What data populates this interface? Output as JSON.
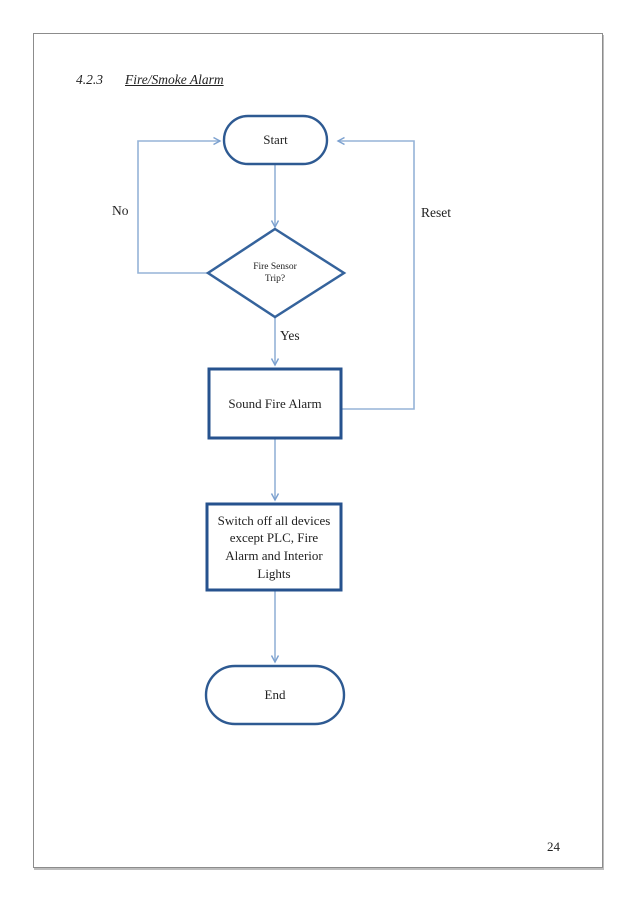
{
  "page": {
    "heading": {
      "number": "4.2.3",
      "title": "Fire/Smoke Alarm"
    },
    "page_number": "24"
  },
  "flowchart": {
    "nodes": {
      "start": {
        "type": "terminator",
        "label": "Start"
      },
      "decision": {
        "type": "decision",
        "label": "Fire Sensor Trip?",
        "lines": [
          "Fire Sensor",
          "Trip?"
        ]
      },
      "sound_alarm": {
        "type": "process",
        "label": "Sound Fire Alarm"
      },
      "switch_off": {
        "type": "process",
        "label": "Switch off all devices except PLC, Fire Alarm and Interior Lights",
        "lines": [
          "Switch off all devices",
          "except PLC, Fire",
          "Alarm and Interior",
          "Lights"
        ]
      },
      "end": {
        "type": "terminator",
        "label": "End"
      }
    },
    "edge_labels": {
      "no": "No",
      "yes": "Yes",
      "reset": "Reset"
    },
    "colors": {
      "connector": "#95b3d7",
      "arrowhead": "#7ba0cf",
      "terminator_border": "#2e5a92",
      "decision_border": "#35639c",
      "process_border": "#26528e",
      "page_border": "#8c8c8c",
      "text": "#222222"
    }
  }
}
